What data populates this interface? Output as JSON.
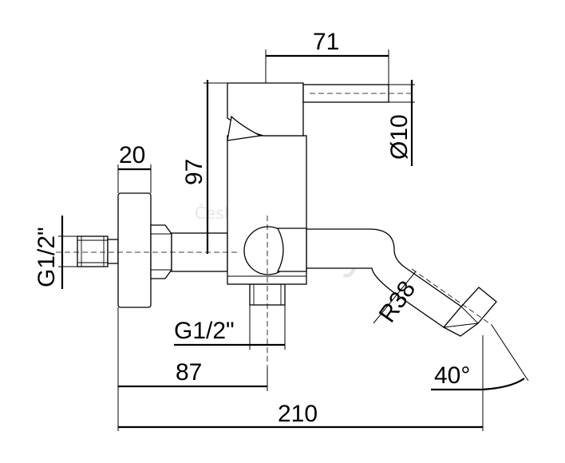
{
  "dimensions": {
    "lever_length": "71",
    "lever_diameter": "Ø10",
    "height": "97",
    "flange_width": "20",
    "inlet_thread": "G1/2\"",
    "outlet_thread": "G1/2\"",
    "spout_radius": "R38",
    "wall_to_axis": "87",
    "total_length": "210",
    "spout_angle": "40°"
  },
  "watermark": {
    "line1": "České",
    "line2": "koupelny"
  }
}
